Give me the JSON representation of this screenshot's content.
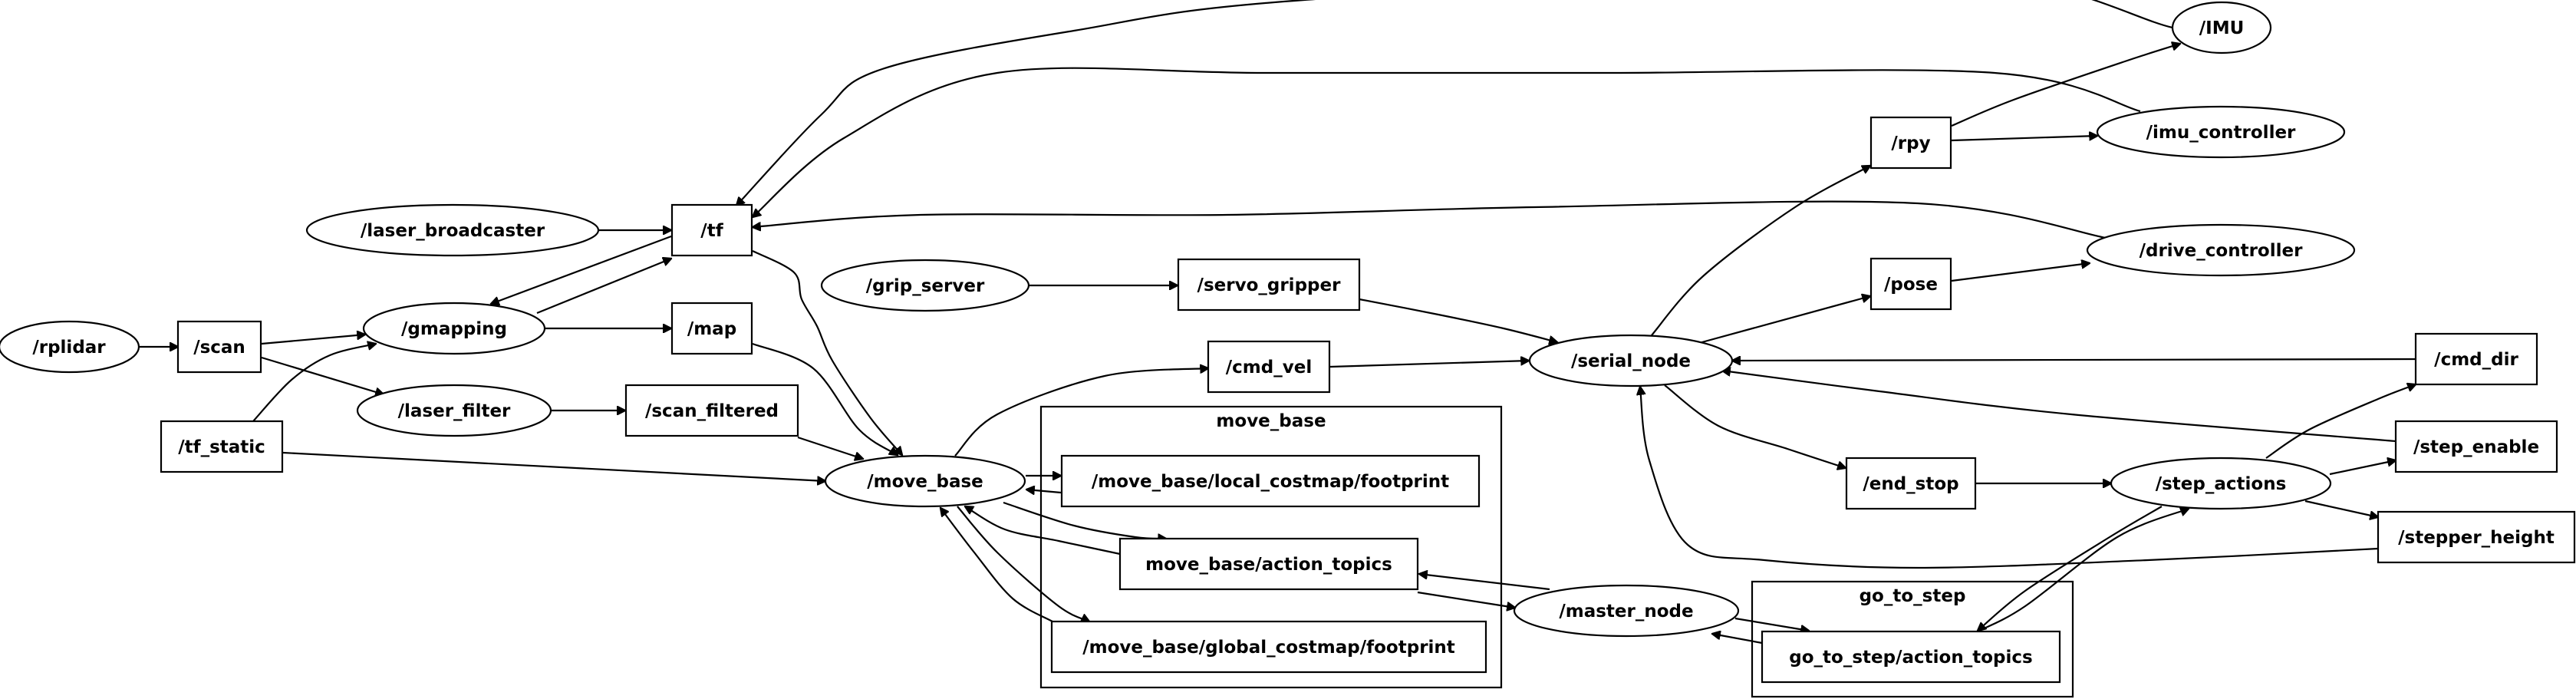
{
  "graph": {
    "clusters": [
      {
        "id": "move_base",
        "label": "move_base"
      },
      {
        "id": "go_to_step",
        "label": "go_to_step"
      }
    ],
    "nodes": [
      {
        "id": "rplidar",
        "label": "/rplidar",
        "shape": "ellipse"
      },
      {
        "id": "scan",
        "label": "/scan",
        "shape": "box"
      },
      {
        "id": "tf_static",
        "label": "/tf_static",
        "shape": "box"
      },
      {
        "id": "laser_broadcaster",
        "label": "/laser_broadcaster",
        "shape": "ellipse"
      },
      {
        "id": "gmapping",
        "label": "/gmapping",
        "shape": "ellipse"
      },
      {
        "id": "laser_filter",
        "label": "/laser_filter",
        "shape": "ellipse"
      },
      {
        "id": "tf",
        "label": "/tf",
        "shape": "box"
      },
      {
        "id": "map",
        "label": "/map",
        "shape": "box"
      },
      {
        "id": "scan_filtered",
        "label": "/scan_filtered",
        "shape": "box"
      },
      {
        "id": "grip_server",
        "label": "/grip_server",
        "shape": "ellipse"
      },
      {
        "id": "servo_gripper",
        "label": "/servo_gripper",
        "shape": "box"
      },
      {
        "id": "cmd_vel",
        "label": "/cmd_vel",
        "shape": "box"
      },
      {
        "id": "move_base_node",
        "label": "/move_base",
        "shape": "ellipse"
      },
      {
        "id": "local_fp",
        "label": "/move_base/local_costmap/footprint",
        "shape": "box"
      },
      {
        "id": "mb_action",
        "label": "move_base/action_topics",
        "shape": "box"
      },
      {
        "id": "global_fp",
        "label": "/move_base/global_costmap/footprint",
        "shape": "box"
      },
      {
        "id": "serial_node",
        "label": "/serial_node",
        "shape": "ellipse"
      },
      {
        "id": "master_node",
        "label": "/master_node",
        "shape": "ellipse"
      },
      {
        "id": "rpy",
        "label": "/rpy",
        "shape": "box"
      },
      {
        "id": "pose",
        "label": "/pose",
        "shape": "box"
      },
      {
        "id": "end_stop",
        "label": "/end_stop",
        "shape": "box"
      },
      {
        "id": "gts_action",
        "label": "go_to_step/action_topics",
        "shape": "box"
      },
      {
        "id": "imu",
        "label": "/IMU",
        "shape": "ellipse"
      },
      {
        "id": "imu_controller",
        "label": "/imu_controller",
        "shape": "ellipse"
      },
      {
        "id": "drive_controller",
        "label": "/drive_controller",
        "shape": "ellipse"
      },
      {
        "id": "step_actions",
        "label": "/step_actions",
        "shape": "ellipse"
      },
      {
        "id": "cmd_dir",
        "label": "/cmd_dir",
        "shape": "box"
      },
      {
        "id": "step_enable",
        "label": "/step_enable",
        "shape": "box"
      },
      {
        "id": "stepper_height",
        "label": "/stepper_height",
        "shape": "box"
      }
    ],
    "edges": [
      {
        "from": "rplidar",
        "to": "scan"
      },
      {
        "from": "scan",
        "to": "gmapping"
      },
      {
        "from": "scan",
        "to": "laser_filter"
      },
      {
        "from": "tf_static",
        "to": "gmapping"
      },
      {
        "from": "tf_static",
        "to": "move_base_node"
      },
      {
        "from": "laser_broadcaster",
        "to": "tf"
      },
      {
        "from": "gmapping",
        "to": "tf"
      },
      {
        "from": "tf",
        "to": "gmapping"
      },
      {
        "from": "gmapping",
        "to": "map"
      },
      {
        "from": "laser_filter",
        "to": "scan_filtered"
      },
      {
        "from": "tf",
        "to": "move_base_node"
      },
      {
        "from": "map",
        "to": "move_base_node"
      },
      {
        "from": "scan_filtered",
        "to": "move_base_node"
      },
      {
        "from": "grip_server",
        "to": "servo_gripper"
      },
      {
        "from": "servo_gripper",
        "to": "serial_node"
      },
      {
        "from": "move_base_node",
        "to": "cmd_vel"
      },
      {
        "from": "cmd_vel",
        "to": "serial_node"
      },
      {
        "from": "move_base_node",
        "to": "local_fp"
      },
      {
        "from": "local_fp",
        "to": "move_base_node"
      },
      {
        "from": "move_base_node",
        "to": "mb_action"
      },
      {
        "from": "mb_action",
        "to": "move_base_node"
      },
      {
        "from": "move_base_node",
        "to": "global_fp"
      },
      {
        "from": "global_fp",
        "to": "move_base_node"
      },
      {
        "from": "mb_action",
        "to": "master_node"
      },
      {
        "from": "master_node",
        "to": "mb_action"
      },
      {
        "from": "master_node",
        "to": "gts_action"
      },
      {
        "from": "gts_action",
        "to": "master_node"
      },
      {
        "from": "serial_node",
        "to": "rpy"
      },
      {
        "from": "serial_node",
        "to": "pose"
      },
      {
        "from": "serial_node",
        "to": "end_stop"
      },
      {
        "from": "rpy",
        "to": "imu"
      },
      {
        "from": "rpy",
        "to": "imu_controller"
      },
      {
        "from": "pose",
        "to": "drive_controller"
      },
      {
        "from": "imu",
        "to": "tf"
      },
      {
        "from": "imu_controller",
        "to": "tf"
      },
      {
        "from": "drive_controller",
        "to": "tf"
      },
      {
        "from": "end_stop",
        "to": "step_actions"
      },
      {
        "from": "step_actions",
        "to": "cmd_dir"
      },
      {
        "from": "step_actions",
        "to": "step_enable"
      },
      {
        "from": "step_actions",
        "to": "stepper_height"
      },
      {
        "from": "cmd_dir",
        "to": "serial_node"
      },
      {
        "from": "step_enable",
        "to": "serial_node"
      },
      {
        "from": "stepper_height",
        "to": "serial_node"
      },
      {
        "from": "step_actions",
        "to": "gts_action"
      },
      {
        "from": "gts_action",
        "to": "step_actions"
      }
    ]
  }
}
